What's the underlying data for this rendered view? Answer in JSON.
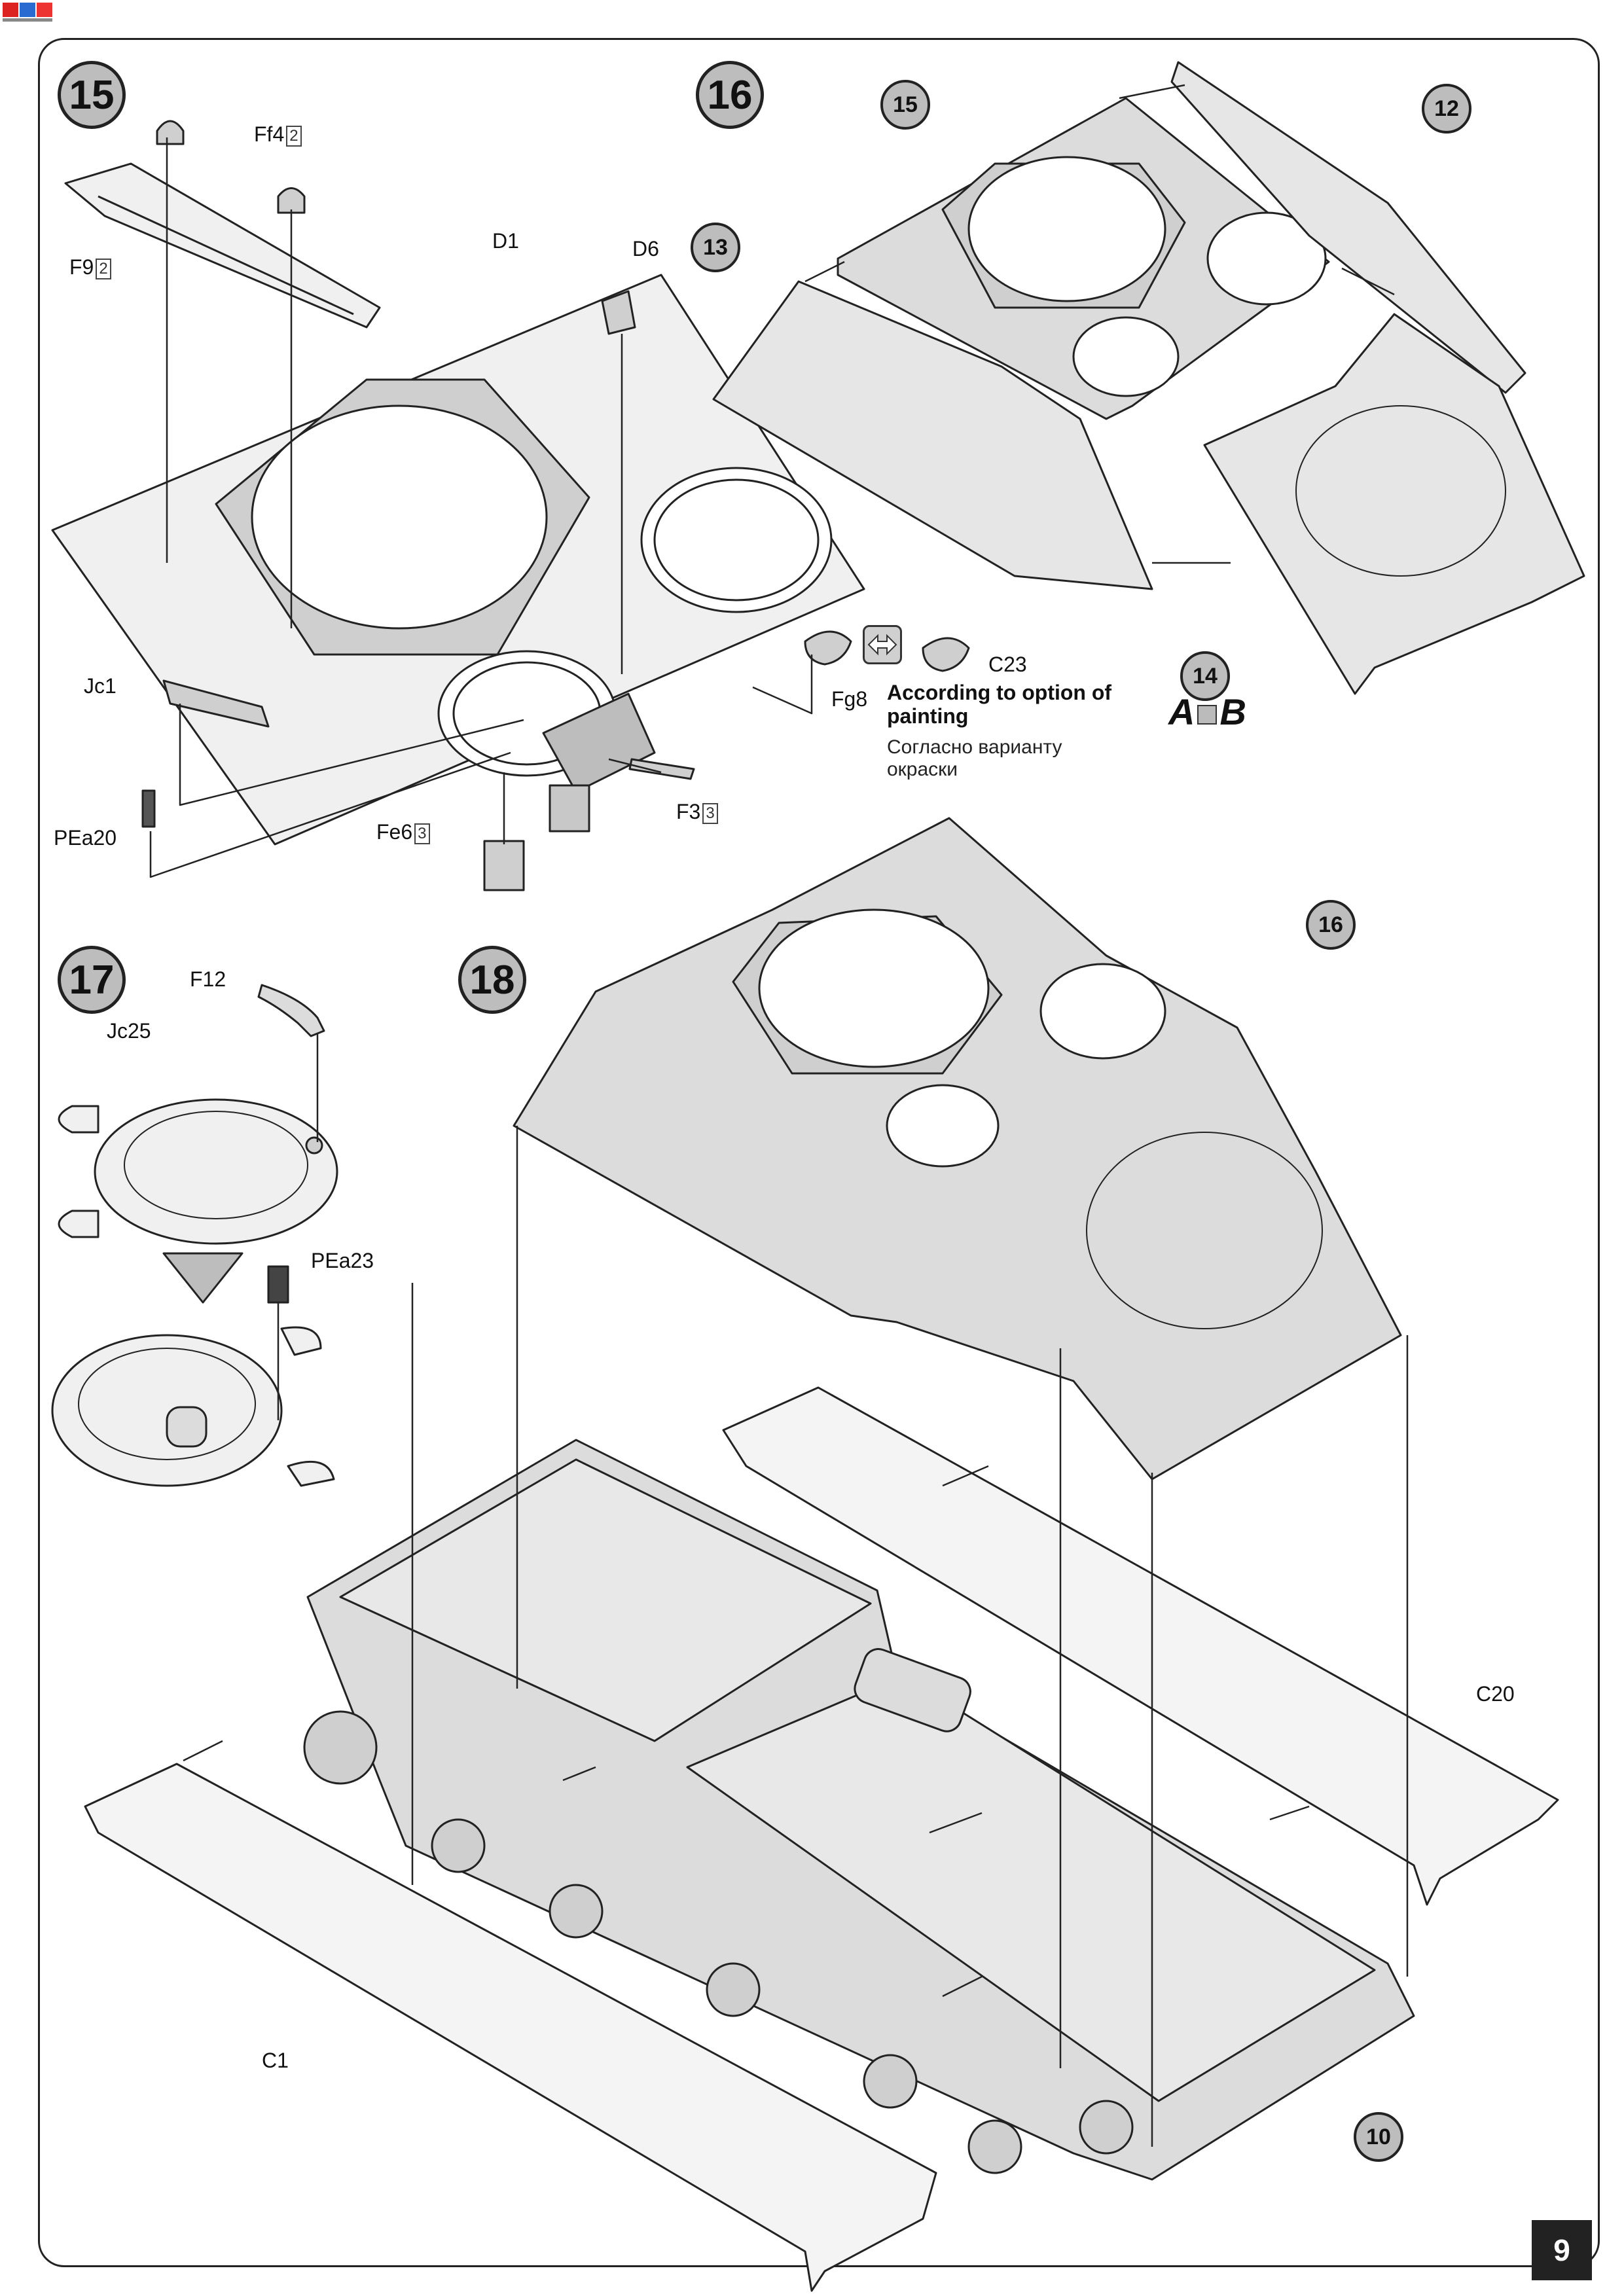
{
  "steps": {
    "s15": "15",
    "s16": "16",
    "s17": "17",
    "s18": "18"
  },
  "callouts": {
    "c15": "15",
    "c12": "12",
    "c13": "13",
    "c14": "14",
    "c16": "16",
    "c10": "10"
  },
  "labels": {
    "f4": "Ff4",
    "f4_count": "2",
    "f9": "F9",
    "f9_count": "2",
    "d1": "D1",
    "d6": "D6",
    "jc1": "Jc1",
    "pea20": "PEa20",
    "fe6": "Fe6",
    "fe6_count": "3",
    "f3": "F3",
    "f3_count": "3",
    "fg8": "Fg8",
    "c23": "C23",
    "f12": "F12",
    "jc25": "Jc25",
    "pea23": "PEa23",
    "c20": "C20",
    "c1": "C1"
  },
  "painting_note": {
    "en": "According to option of painting",
    "ru": "Согласно варианту окраски",
    "option_a": "A",
    "option_b": "B",
    "icon": "two-way-arrow-icon"
  },
  "page_number": "9",
  "colors": {
    "part_fill": "#dcdcdc",
    "line": "#222222",
    "badge": "#bdbdbd"
  }
}
